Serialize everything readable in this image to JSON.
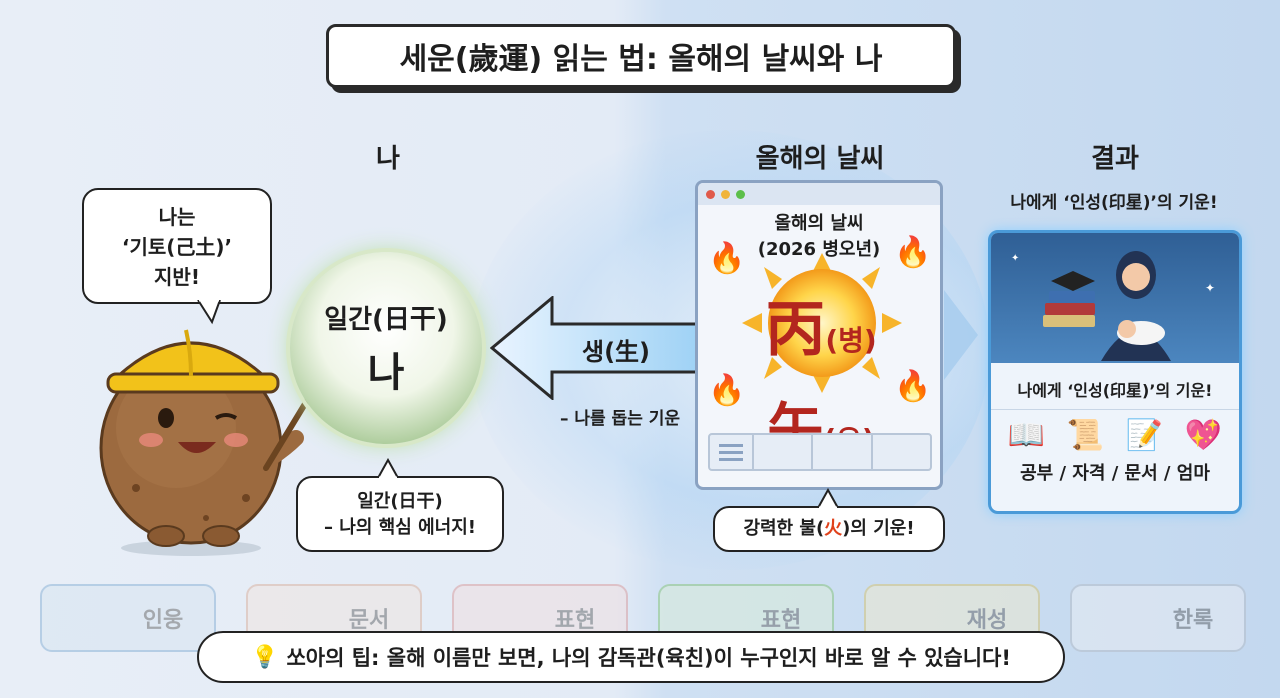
{
  "title": "세운(歲運) 읽는 법: 올해의 날씨와 나",
  "columns": {
    "me": "나",
    "weather": "올해의 날씨",
    "result": "결과"
  },
  "speech": {
    "line1": "나는",
    "line2": "‘기토(己土)’",
    "line3": "지반!"
  },
  "ilgan": {
    "top": "일간(日干)",
    "main": "나"
  },
  "ilgan_bubble": {
    "line1": "일간(日干)",
    "line2": "– 나의 핵심 에너지!"
  },
  "arrow": {
    "label": "생(生)",
    "caption": "– 나를 돕는 기운"
  },
  "weather_window": {
    "title1": "올해의 날씨",
    "title2": "(2026 병오년)",
    "char1": "丙",
    "char1_reading": "(병)",
    "char2": "午",
    "char2_reading": "(오)"
  },
  "weather_bubble": {
    "pre": "강력한 불(",
    "fire": "火",
    "post": ")의 기운!"
  },
  "result": {
    "heading": "나에게 ‘인성(印星)’의 기운!",
    "panel_heading": "나에게 ‘인성(印星)’의 기운!",
    "categories": "공부 / 자격 / 문서 / 엄마"
  },
  "tiles": [
    "인웅",
    "문서",
    "표현",
    "표현",
    "재성",
    "한록"
  ],
  "tip": "쏘아의 팁: 올해 이름만 보면, 나의 감독관(육친)이 누구인지 바로 알 수 있습니다!",
  "colors": {
    "fire": "#e0421c",
    "hanja": "#b3261e",
    "accent_blue": "#4a9ad8",
    "green": "#5d8a4e"
  },
  "icons": [
    "book-icon",
    "certificate-icon",
    "document-icon",
    "mother-heart-icon",
    "lightbulb-icon",
    "fire-icon",
    "sun-icon"
  ]
}
